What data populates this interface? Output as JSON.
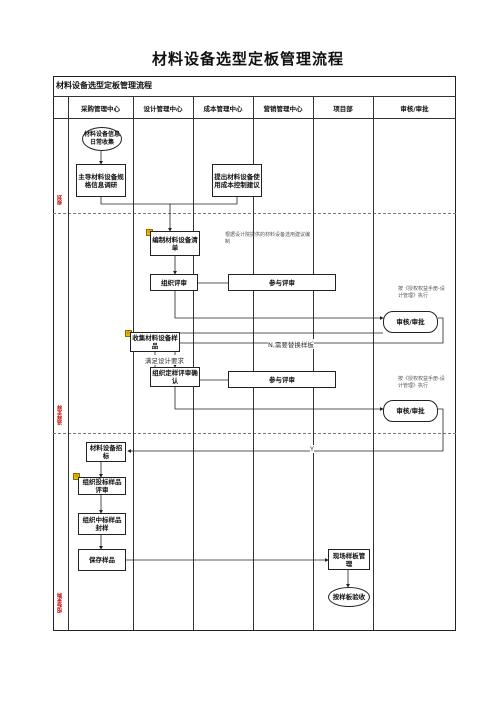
{
  "title": "材料设备选型定板管理流程",
  "subtitle": "材料设备选型定板管理流程",
  "lanes": [
    "采购管理中心",
    "设计管理中心",
    "成本管理中心",
    "营销管理中心",
    "项目部",
    "审核/审批"
  ],
  "phases": [
    "规划",
    "选样定样",
    "招标采购"
  ],
  "nodes": {
    "n1": "材料设备信息日常收集",
    "n2": "主导材料设备规格信息调研",
    "n3": "提出材料设备使用成本控制建议",
    "n4": "编制材料设备清单",
    "n5": "组织评审",
    "n6": "参与评审",
    "n7": "审核/审批",
    "n8": "收集材料设备样品",
    "n9": "组织定样评审确认",
    "n10": "参与评审",
    "n11": "审核/审批",
    "n12": "材料设备招标",
    "n13": "组织投标样品评审",
    "n14": "组织中标样品封样",
    "n15": "保存样品",
    "n16": "现场样板管理",
    "n17": "按样板验收"
  },
  "notes": {
    "note1": "根据设计院提供的材料设备选用建议编制",
    "note2": "按《授权权益手册-设计管理》执行",
    "note3": "按《授权权益手册-设计管理》执行"
  },
  "labels": {
    "need_change": "N,需要替换样板",
    "meet_design": "满足设计要求",
    "yes": "Y"
  }
}
